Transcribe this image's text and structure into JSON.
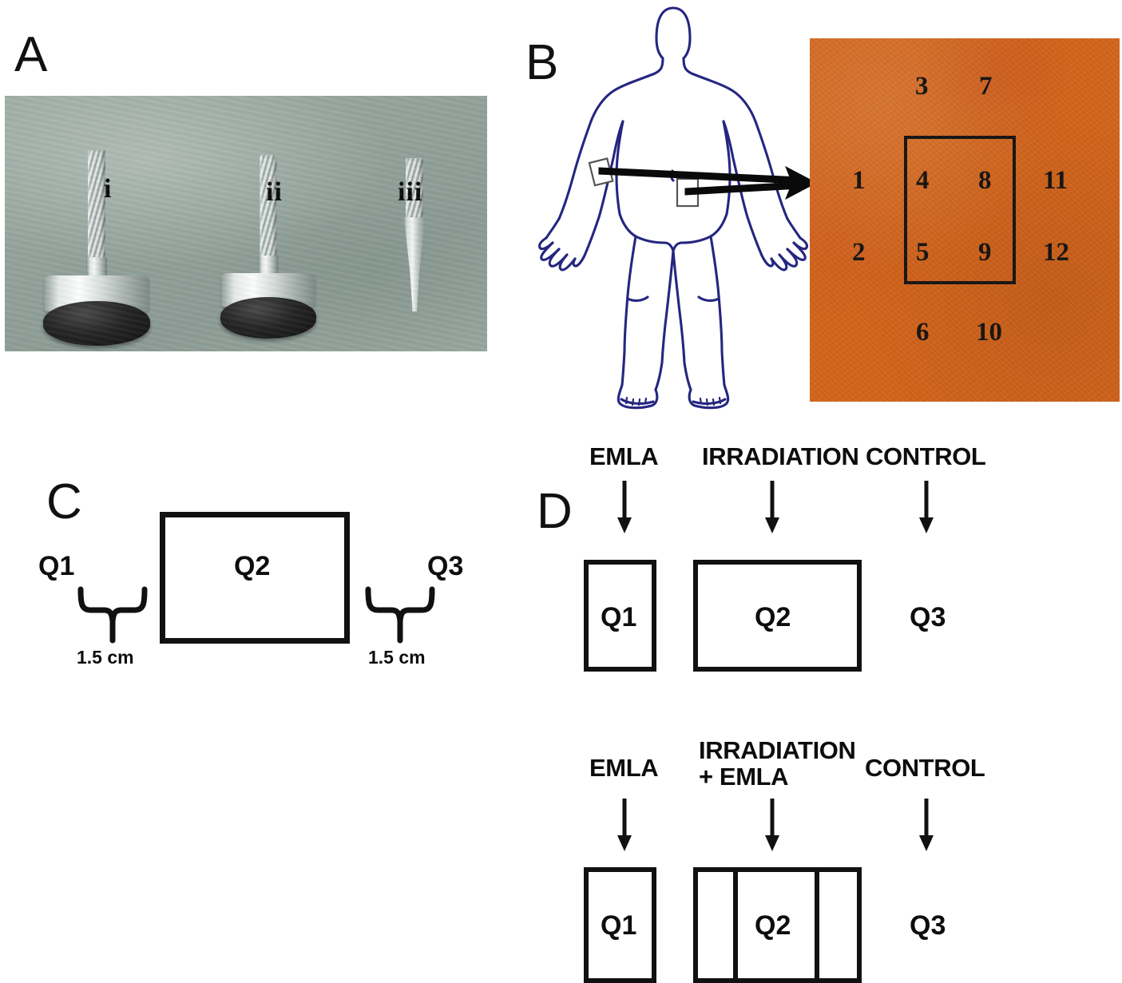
{
  "figure": {
    "panels": [
      {
        "letter": "A"
      },
      {
        "letter": "B"
      },
      {
        "letter": "C"
      },
      {
        "letter": "D"
      }
    ]
  },
  "panel_a": {
    "letter": "A",
    "caption_note": "photograph of three probes",
    "probes": [
      {
        "label": "i",
        "type": "flat-disc-probe"
      },
      {
        "label": "ii",
        "type": "flat-disc-probe"
      },
      {
        "label": "iii",
        "type": "tapered-cone-probe"
      }
    ],
    "photo_background_color": "#93a39b"
  },
  "panel_b": {
    "letter": "B",
    "body_outline_color": "#252680",
    "skin_color": "#d2651b",
    "site_markers": [
      "forearm-site",
      "abdomen-site"
    ],
    "test_site_numbers": [
      {
        "id": "1",
        "col": "left",
        "row": "mid-upper"
      },
      {
        "id": "2",
        "col": "left",
        "row": "mid-lower"
      },
      {
        "id": "3",
        "col": "inner-left",
        "row": "top"
      },
      {
        "id": "4",
        "col": "inner-left",
        "row": "mid-upper"
      },
      {
        "id": "5",
        "col": "inner-left",
        "row": "mid-lower"
      },
      {
        "id": "6",
        "col": "inner-left",
        "row": "bottom"
      },
      {
        "id": "7",
        "col": "inner-right",
        "row": "top"
      },
      {
        "id": "8",
        "col": "inner-right",
        "row": "mid-upper"
      },
      {
        "id": "9",
        "col": "inner-right",
        "row": "mid-lower"
      },
      {
        "id": "10",
        "col": "inner-right",
        "row": "bottom"
      },
      {
        "id": "11",
        "col": "right",
        "row": "mid-upper"
      },
      {
        "id": "12",
        "col": "right",
        "row": "mid-lower"
      }
    ]
  },
  "panel_c": {
    "letter": "C",
    "q1_label": "Q1",
    "q2_label": "Q2",
    "q3_label": "Q3",
    "left_dimension": "1.5 cm",
    "right_dimension": "1.5 cm"
  },
  "panel_d": {
    "letter": "D",
    "row_top": {
      "headings": [
        "EMLA",
        "IRRADIATION",
        "CONTROL"
      ],
      "quadrants": [
        "Q1",
        "Q2",
        "Q3"
      ],
      "boxed": [
        "Q1",
        "Q2"
      ],
      "q2_segments": 1
    },
    "row_bottom": {
      "headings": [
        "EMLA",
        "IRRADIATION\n+ EMLA",
        "CONTROL"
      ],
      "quadrants": [
        "Q1",
        "Q2",
        "Q3"
      ],
      "boxed": [
        "Q1",
        "Q2"
      ],
      "q2_segments": 3
    }
  }
}
